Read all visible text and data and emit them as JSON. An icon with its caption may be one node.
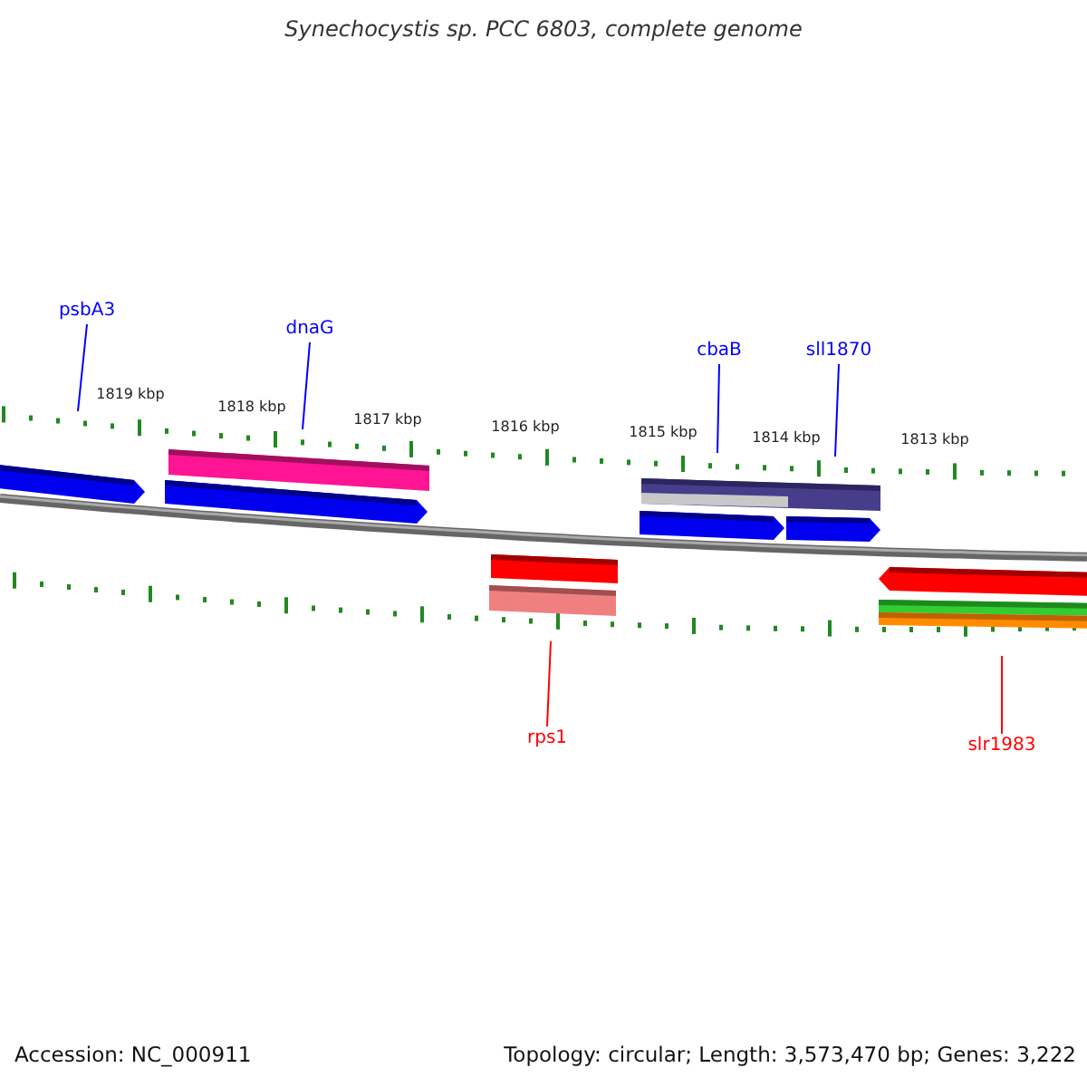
{
  "diagram": {
    "title": "Synechocystis sp. PCC 6803, complete genome",
    "nodes": [
      {
        "text": [
          "psbA3"
        ]
      },
      {
        "text": [
          "dnaG"
        ]
      },
      {
        "text": [
          "cbaB"
        ]
      },
      {
        "text": [
          "sll1870"
        ]
      },
      {
        "text": [
          "rps1"
        ]
      },
      {
        "text": [
          "slr1983"
        ]
      }
    ],
    "edges": [
      {
        "from": 0,
        "to": null,
        "arrow": "none"
      },
      {
        "from": 1,
        "to": null,
        "arrow": "none"
      },
      {
        "from": 2,
        "to": null,
        "arrow": "none"
      },
      {
        "from": 3,
        "to": null,
        "arrow": "none"
      },
      {
        "from": 4,
        "to": null,
        "arrow": "none",
        "color": "#ff0000"
      },
      {
        "from": 5,
        "to": null,
        "arrow": "none",
        "color": "#ff0000"
      }
    ],
    "labels": [
      "1819 kbp",
      "1818 kbp",
      "1817 kbp",
      "1816 kbp",
      "1815 kbp",
      "1814 kbp",
      "1813 kbp",
      "Accession: NC_000911",
      "Topology: circular; Length: 3,573,470 bp; Genes: 3,222"
    ]
  }
}
